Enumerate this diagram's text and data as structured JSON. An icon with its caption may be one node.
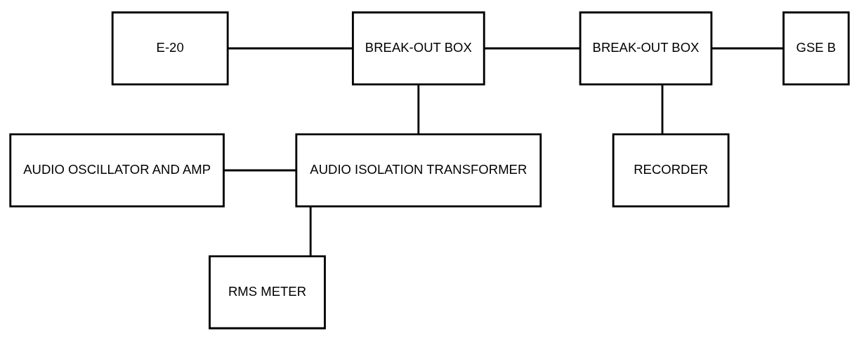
{
  "diagram": {
    "nodes": [
      {
        "text": [
          "E-20"
        ]
      },
      {
        "text": [
          "BREAK-OUT BOX"
        ]
      },
      {
        "text": [
          "BREAK-OUT BOX"
        ]
      },
      {
        "text": [
          "GSE B"
        ]
      },
      {
        "text": [
          "AUDIO OSCILLATOR AND AMP"
        ]
      },
      {
        "text": [
          "AUDIO ISOLATION TRANSFORMER"
        ]
      },
      {
        "text": [
          "RECORDER"
        ]
      },
      {
        "text": [
          "RMS METER"
        ]
      }
    ],
    "edges": [
      {
        "from": 0,
        "to": 1,
        "arrow": "none"
      },
      {
        "from": 1,
        "to": 2,
        "arrow": "none"
      },
      {
        "from": 2,
        "to": 3,
        "arrow": "none"
      },
      {
        "from": 1,
        "to": 5,
        "arrow": "none"
      },
      {
        "from": 4,
        "to": 5,
        "arrow": "none"
      },
      {
        "from": 2,
        "to": 6,
        "arrow": "none"
      },
      {
        "from": 5,
        "to": 7,
        "arrow": "none"
      }
    ]
  }
}
